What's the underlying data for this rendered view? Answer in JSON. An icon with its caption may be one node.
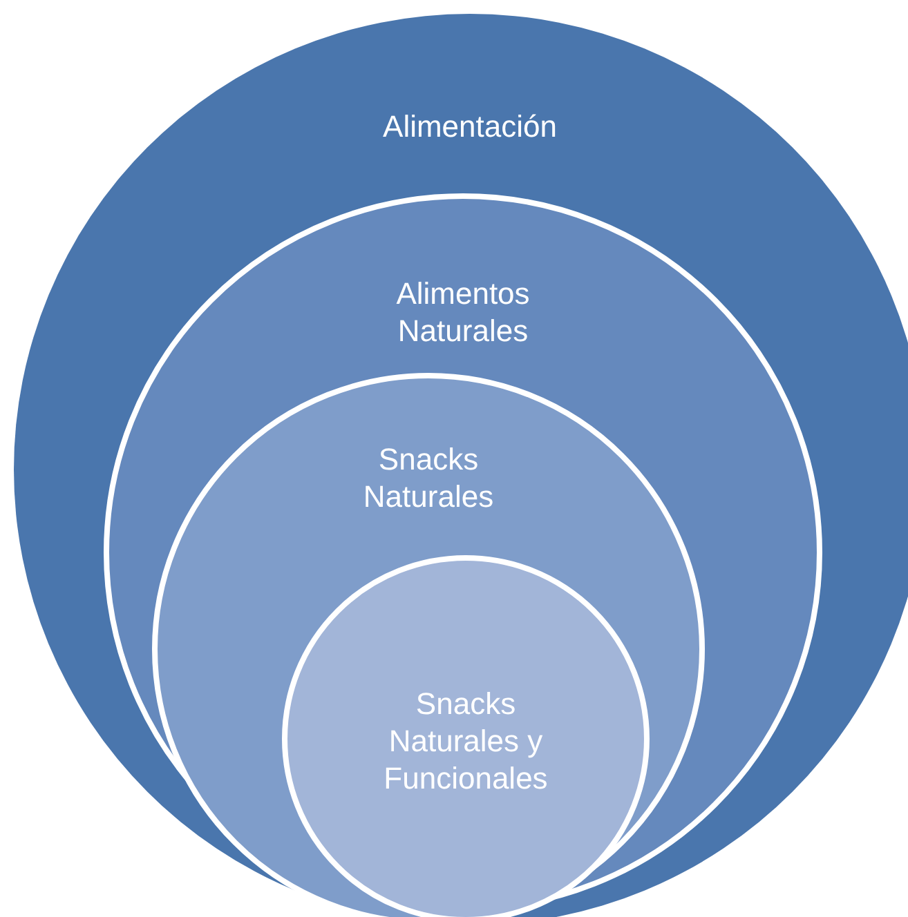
{
  "diagram": {
    "nodes": [
      {
        "text": [
          "Alimentación"
        ]
      },
      {
        "text": [
          "Alimentos Naturales"
        ],
        "in": 0
      },
      {
        "text": [
          "Snacks Naturales"
        ],
        "in": 1
      },
      {
        "text": [
          "Snacks Naturales y Funcionales"
        ],
        "in": 2
      }
    ]
  }
}
